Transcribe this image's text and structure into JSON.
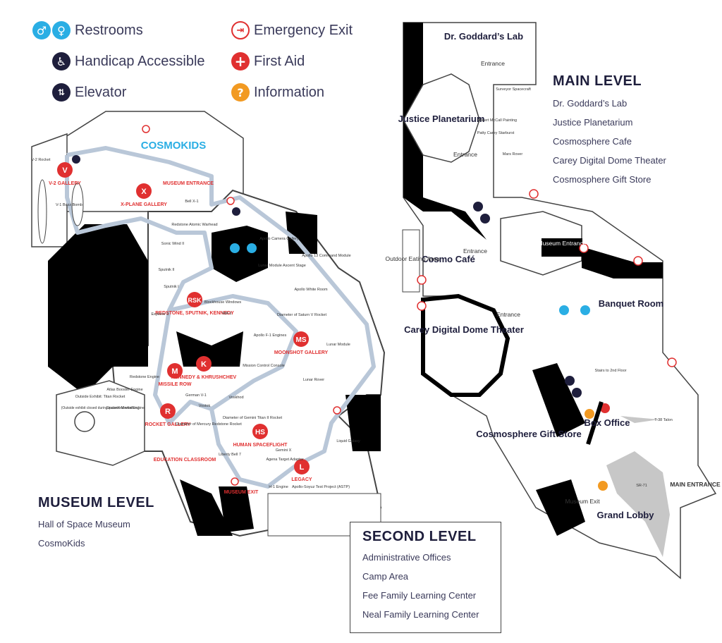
{
  "legend": [
    {
      "id": "restrooms",
      "label": "Restrooms",
      "icon": "restroom-icon",
      "color": "#2aaee4"
    },
    {
      "id": "handicap",
      "label": "Handicap Accessible",
      "icon": "wheelchair-icon",
      "color": "#1e1e3c"
    },
    {
      "id": "elevator",
      "label": "Elevator",
      "icon": "elevator-icon",
      "color": "#1e1e3c"
    },
    {
      "id": "emergency",
      "label": "Emergency Exit",
      "icon": "emergency-exit-icon",
      "color": "#e03030"
    },
    {
      "id": "firstaid",
      "label": "First Aid",
      "icon": "first-aid-icon",
      "color": "#e03030"
    },
    {
      "id": "info",
      "label": "Information",
      "icon": "information-icon",
      "color": "#f29a22"
    }
  ],
  "museum_level": {
    "title": "MUSEUM LEVEL",
    "items": [
      "Hall of Space Museum",
      "CosmoKids"
    ]
  },
  "main_level": {
    "title": "MAIN LEVEL",
    "items": [
      "Dr. Goddard’s Lab",
      "Justice Planetarium",
      "Cosmosphere Cafe",
      "Carey Digital Dome Theater",
      "Cosmosphere Gift Store"
    ]
  },
  "second_level": {
    "title": "SECOND LEVEL",
    "items": [
      "Administrative Offices",
      "Camp Area",
      "Fee Family Learning Center",
      "Neal Family Learning Center"
    ]
  },
  "galleries": {
    "v": {
      "badge": "V",
      "name": "V-2 GALLERY"
    },
    "x": {
      "badge": "X",
      "name": "X-PLANE GALLERY"
    },
    "rsk": {
      "badge": "RSK",
      "name": "REDSTONE, SPUTNIK, KENNEDY"
    },
    "ms": {
      "badge": "MS",
      "name": "MOONSHOT GALLERY"
    },
    "m": {
      "badge": "M",
      "name": "MISSILE ROW"
    },
    "k": {
      "badge": "K",
      "name": "KENNEDY & KHRUSHCHEV"
    },
    "r": {
      "badge": "R",
      "name": "ROCKET GALLERY"
    },
    "hs": {
      "badge": "HS",
      "name": "HUMAN SPACEFLIGHT"
    },
    "l": {
      "badge": "L",
      "name": "LEGACY"
    }
  },
  "museum_labels": {
    "cosmokids": "COSMOKIDS",
    "museum_entrance": "MUSEUM ENTRANCE",
    "museum_exit": "MUSEUM EXIT",
    "education": "EDUCATION CLASSROOM",
    "outside_exhibit": "Outside Exhibit: Titan Rocket",
    "outside_note": "(Outside exhibit closed during inclement weather.)",
    "v2_rocket": "V-2 Rocket",
    "buzz_bomb": "V-1 Buzz Bomb",
    "bell": "Bell X-1",
    "redstone_warhead": "Redstone Atomic Warhead",
    "sonic_wind": "Sonic Wind II",
    "sputnik2": "Sputnik II",
    "sputnik1": "Sputnik I",
    "explorer1": "Explorer 1",
    "blockhouse": "Blockhouse Windows",
    "ma1": "MA-1",
    "apollo_camera": "Apollo Camera Gallery",
    "apollo13": "Apollo 13 Command Module",
    "lunar_ascent": "Lunar Module Ascent Stage",
    "white_room": "Apollo White Room",
    "saturn": "Diameter of Saturn V Rocket",
    "f1": "Apollo F-1 Engines",
    "lunar_module": "Lunar Module",
    "mission_control": "Mission Control Console",
    "lunar_rover": "Lunar Rover",
    "vostok": "Vostok",
    "voskhod": "Voskhod",
    "redstone_engine": "Redstone Engine",
    "atlas": "Atlas Booster Engine",
    "spacex": "SpaceX Merlin Engine",
    "mercury": "Diameter of Mercury Redstone Rocket",
    "gemini_titan": "Diameter of Gemini Titan II Rocket",
    "gemini_x": "Gemini X",
    "liberty": "Liberty Bell 7",
    "agena": "Agena Target Adaptor",
    "h1": "H-1 Engine",
    "astp": "Apollo-Soyuz Test Project (ASTP)",
    "liquid_galaxy": "Liquid Galaxy",
    "german_v1": "German V-1"
  },
  "main_labels": {
    "goddard_lab": "Dr. Goddard’s Lab",
    "entrance": "Entrance",
    "surveyor": "Surveyor Spacecraft",
    "planetarium": "Justice Planetarium",
    "mccall": "Robert McCall Painting",
    "patty": "Patty Carey Starburst",
    "mars_rover": "Mars Rover",
    "outdoor": "Outdoor Eating Area",
    "cafe": "Cosmo Café",
    "museum_entrance": "Museum Entrance",
    "banquet": "Banquet Room",
    "theater": "Carey Digital Dome Theater",
    "stairs": "Stairs to 2nd Floor",
    "box_office": "Box Office",
    "t38": "T-38 Talon",
    "gift_store": "Cosmosphere Gift Store",
    "sr71": "SR-71",
    "main_entrance": "MAIN ENTRANCE",
    "museum_exit": "Museum Exit",
    "grand_lobby": "Grand Lobby"
  }
}
